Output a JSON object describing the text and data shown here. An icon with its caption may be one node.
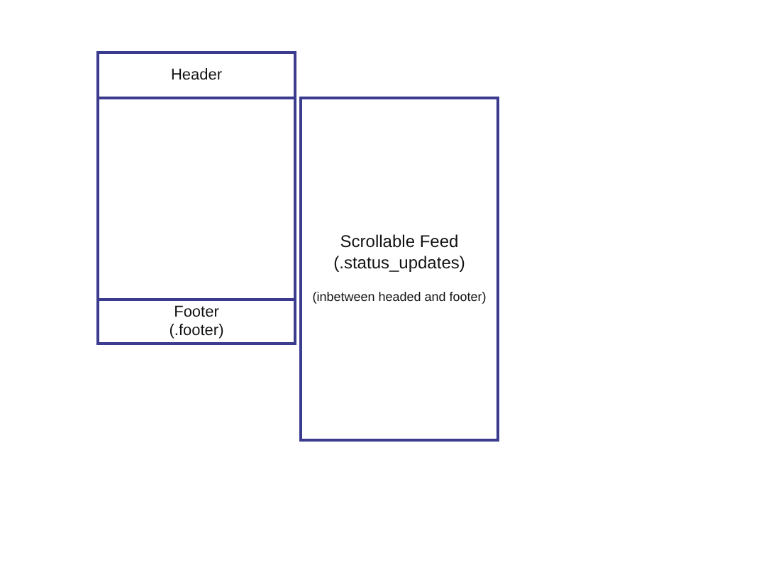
{
  "diagram": {
    "nodes": [
      {
        "text": [],
        "shape": "box"
      },
      {
        "text": [
          "Header"
        ],
        "in": 0
      },
      {
        "text": [
          "Footer (.footer)"
        ],
        "in": 0
      },
      {
        "text": [
          "Scrollable Feed (.status_updates)",
          "(inbetween headed and footer)"
        ]
      }
    ]
  }
}
